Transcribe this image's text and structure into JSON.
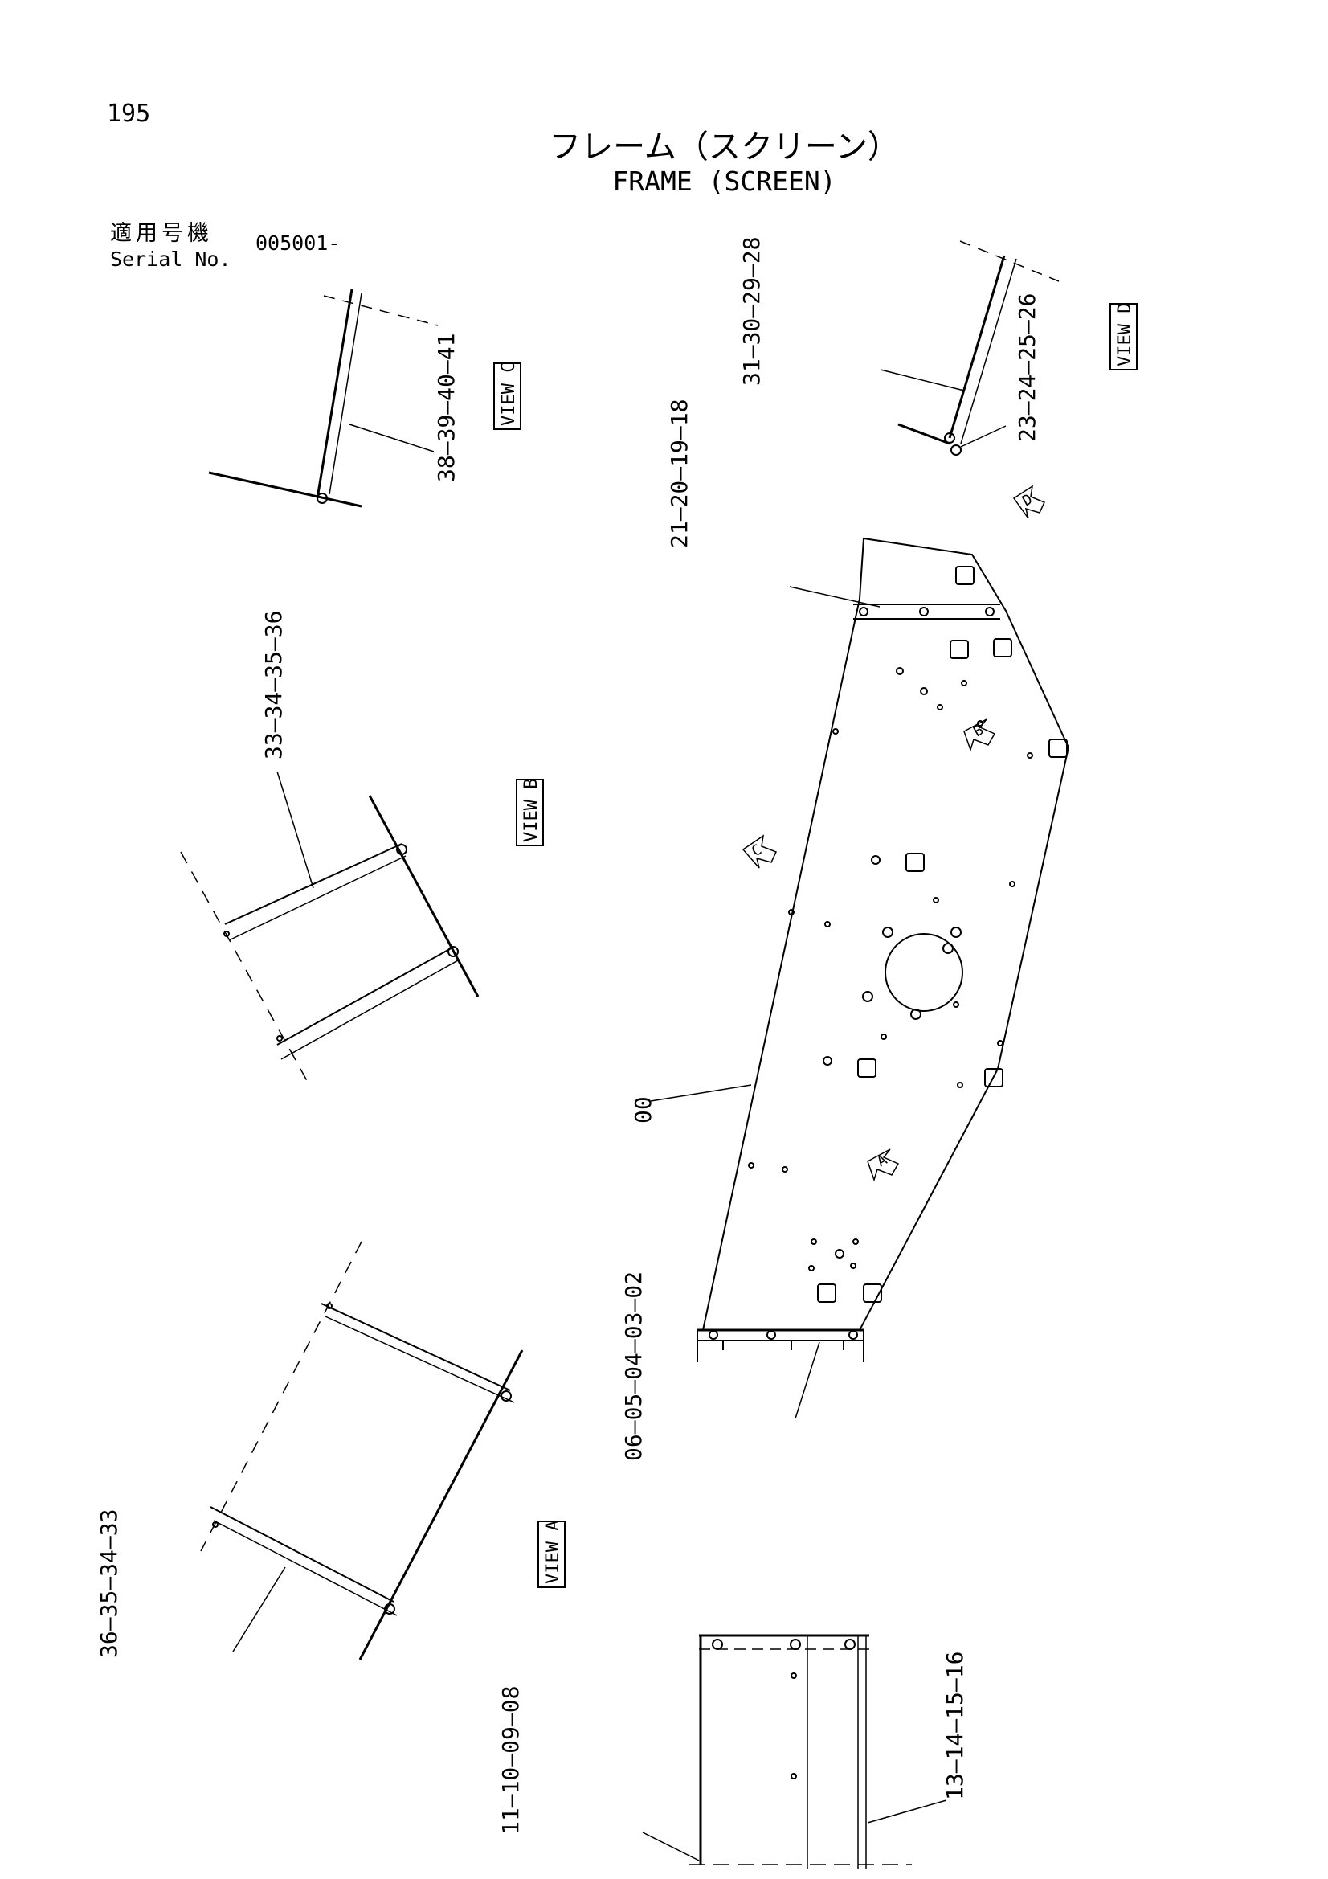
{
  "page_number": "195",
  "title_jp": "フレーム（スクリーン）",
  "title_en": "FRAME (SCREEN)",
  "serial_label_jp": "適用号機",
  "serial_label_en": "Serial No.",
  "serial_value": "005001-",
  "views": {
    "a": "VIEW A",
    "b": "VIEW B",
    "c": "VIEW C",
    "d": "VIEW D"
  },
  "callouts": {
    "view_c": "38―39―40―41",
    "view_d_upper": "31―30―29―28",
    "view_d_lower": "23―24―25―26",
    "top_plate": "21―20―19―18",
    "view_b": "33―34―35―36",
    "frame": "00",
    "bottom_plate": "06―05―04―03―02",
    "view_a": "36―35―34―33",
    "bottom_left": "11―10―09―08",
    "bottom_right": "13―14―15―16"
  },
  "arrow_letters": {
    "a": "A",
    "b": "B",
    "c": "C",
    "d": "D"
  }
}
